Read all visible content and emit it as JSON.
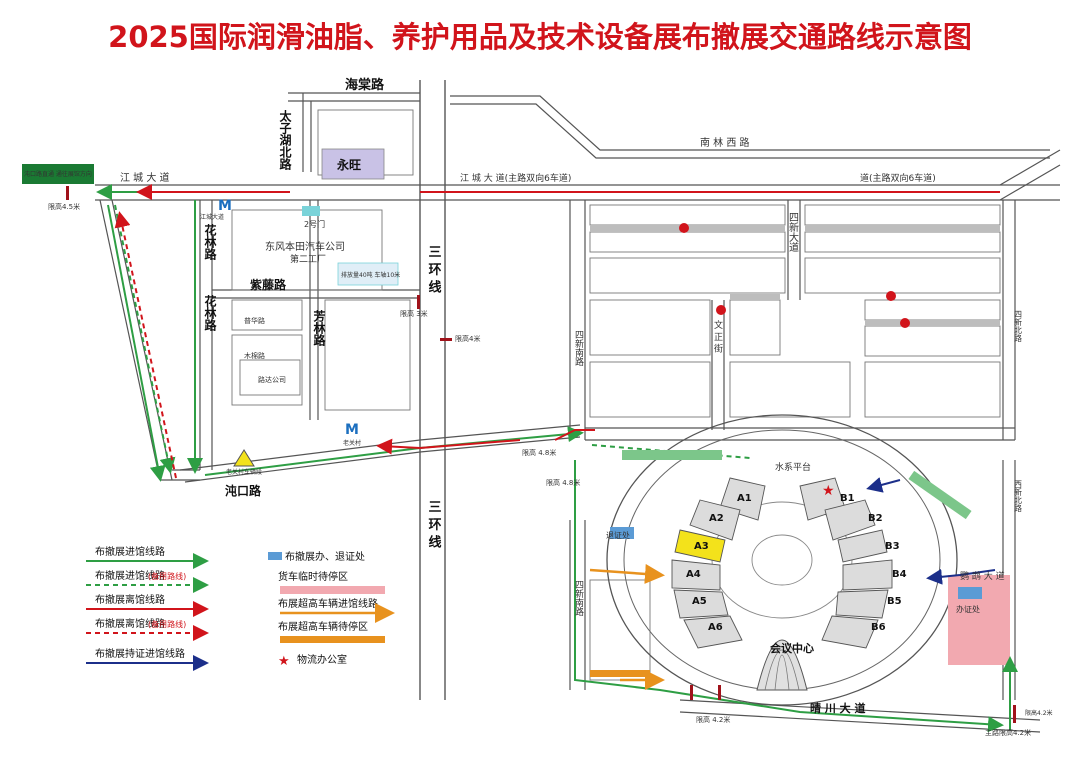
{
  "title": "2025国际润滑油脂、养护用品及技术设备展布撤展交通路线示意图",
  "roads": {
    "haitang": "海棠路",
    "taizihu": "太子湖北路",
    "jiangcheng_left": "江 城 大 道",
    "jiangcheng_right_a": "江 城 大 道(主路双向6车道)",
    "jiangcheng_right_b": "道(主路双向6车道)",
    "nanlin": "南 林 西 路",
    "hualin_a": "花林路",
    "hualin_b": "花林路",
    "ziteng": "紫藤路",
    "fanglin": "芳林路",
    "sanhuan_a": "三 环 线",
    "sanhuan_b": "三 环 线",
    "chikou": "沌口路",
    "sixin": "四新大道",
    "sixinnan": "四新南路",
    "wenzheng": "文 正 街",
    "sixinbei": "四新北路",
    "sixinxi": "西新北路",
    "qingchuan": "晴 川 大 道",
    "yuhu": "鹦 鹉 大 道",
    "sixinnan_right": "四新南路"
  },
  "landmarks": {
    "yongwang": "永旺",
    "dongfeng": "东风本田汽车公司",
    "dongfeng_sub": "第二工厂",
    "gate2": "2号门",
    "note_box": "排放量40吨 车轴10米",
    "metro_a": "M",
    "metro_a_label": "江城大道",
    "metro_b": "M",
    "metro_b_label": "老关村",
    "laoguan": "老关村车辆段",
    "building_a": "普华路",
    "building_b": "木棉路",
    "building_c": "路达公司",
    "shuixi": "水系平台",
    "huiyi": "会议中心",
    "banzheng_a": "退证处",
    "banzheng_b": "办证处"
  },
  "height_limits": {
    "hl_left": "限高4.5米",
    "hl_mid": "限高 3米",
    "hl_4m": "限高4米",
    "hl_48a": "限高 4.8米",
    "hl_48b": "限高 4.8米",
    "hl_42": "限高 4.2米",
    "hl_42b": "主路限高4.2米",
    "hl_4right": "限高4.2米",
    "sign_left": "沌口路直通 通往展馆方向"
  },
  "halls": {
    "left": [
      "A1",
      "A2",
      "A3",
      "A4",
      "A5",
      "A6"
    ],
    "right": [
      "B1",
      "B2",
      "B3",
      "B4",
      "B5",
      "B6"
    ]
  },
  "legend": {
    "items": [
      {
        "label": "布撤展进馆线路",
        "sub": ""
      },
      {
        "label": "布撤展进馆线路",
        "sub": "(备用路线)"
      },
      {
        "label": "布撤展离馆线路",
        "sub": ""
      },
      {
        "label": "布撤展离馆线路",
        "sub": "(备用路线)"
      },
      {
        "label": "布撤展持证进馆线路",
        "sub": ""
      }
    ],
    "items_right": [
      {
        "label": "布撤展办、退证处"
      },
      {
        "label": "货车临时待停区"
      },
      {
        "label": "布展超高车辆进馆线路"
      },
      {
        "label": "布展超高车辆待停区"
      },
      {
        "label": "物流办公室"
      }
    ]
  },
  "colors": {
    "title": "#d1141b",
    "green_route": "#2e9e44",
    "red_route": "#d1141b",
    "navy_route": "#1c2f8a",
    "orange_route": "#e8921e",
    "pink_zone": "#f2a9b0",
    "hall_yellow": "#f3e21b",
    "road": "#ffffff",
    "road_edge": "#444444"
  }
}
